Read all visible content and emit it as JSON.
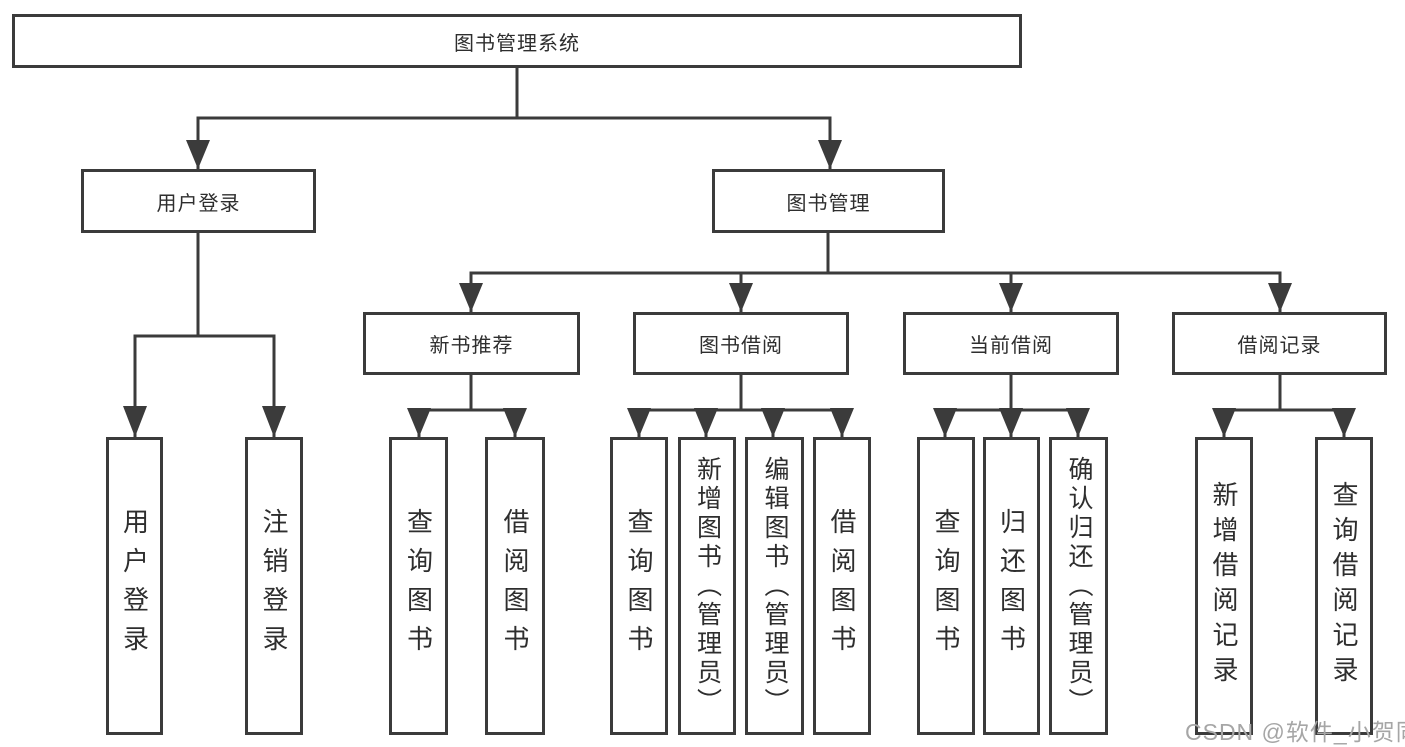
{
  "diagram": {
    "title": "图书管理系统",
    "level2": [
      "用户登录",
      "图书管理"
    ],
    "level3": [
      "新书推荐",
      "图书借阅",
      "当前借阅",
      "借阅记录"
    ],
    "leaves_login": [
      "用户登录",
      "注销登录"
    ],
    "leaves_recommend": [
      "查询图书",
      "借阅图书"
    ],
    "leaves_borrow": [
      "查询图书",
      "新增图书（管理员）",
      "编辑图书（管理员）",
      "借阅图书"
    ],
    "leaves_current": [
      "查询图书",
      "归还图书",
      "确认归还（管理员）"
    ],
    "leaves_records": [
      "新增借阅记录",
      "查询借阅记录"
    ]
  },
  "watermark": "CSDN @软件_小贺同学",
  "colors": {
    "line": "#3b3b3b",
    "text": "#2e2e2e",
    "watermark": "#a6a6a6",
    "background": "#ffffff"
  }
}
